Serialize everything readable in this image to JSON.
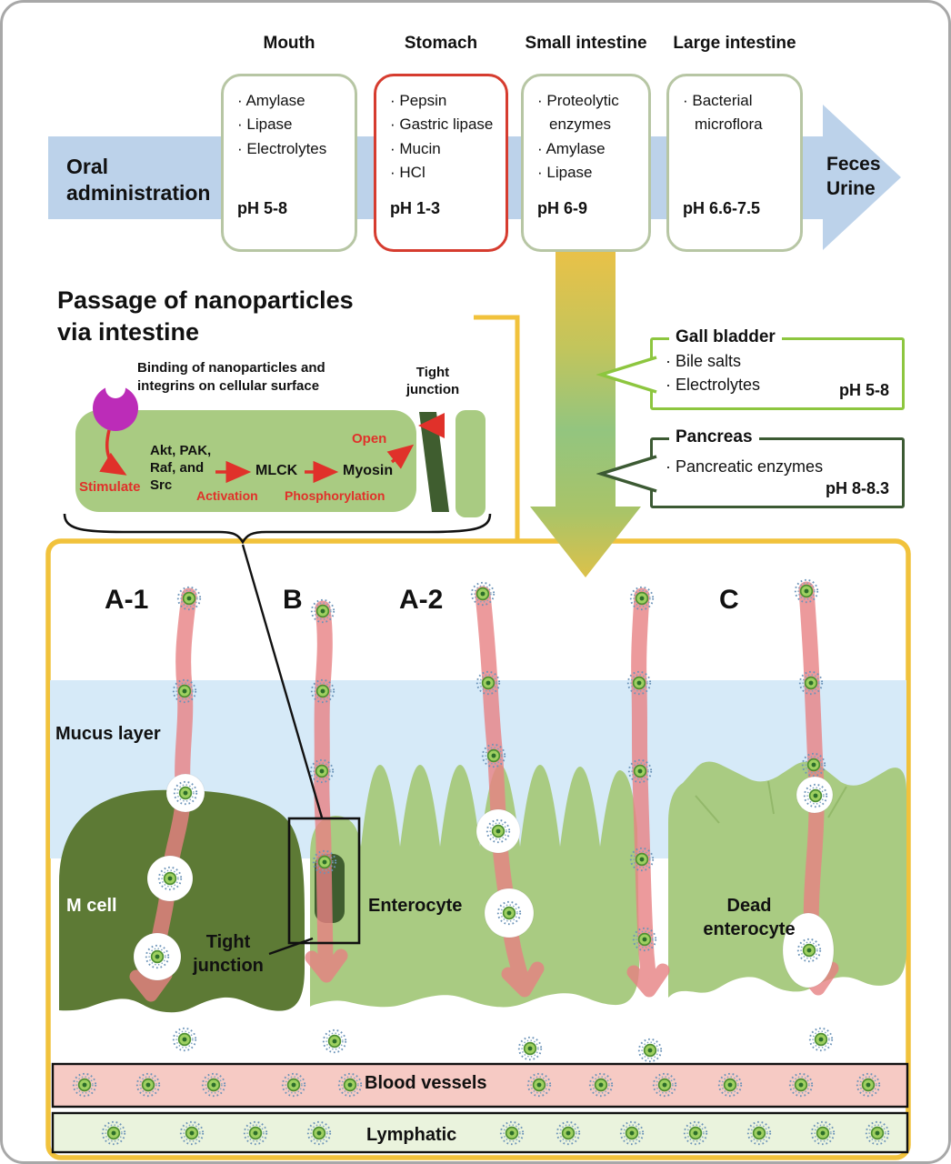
{
  "figure": {
    "top_flow": {
      "oral_administration": "Oral administration",
      "feces_urine_lines": [
        "Feces",
        "Urine"
      ],
      "stages": [
        {
          "name": "Mouth",
          "items": [
            "· Amylase",
            "· Lipase",
            "· Electrolytes"
          ],
          "ph": "pH 5-8"
        },
        {
          "name": "Stomach",
          "items": [
            "· Pepsin",
            "· Gastric lipase",
            "· Mucin",
            "· HCl"
          ],
          "ph": "pH 1-3"
        },
        {
          "name": "Small intestine",
          "items": [
            "· Proteolytic enzymes",
            "· Amylase",
            "· Lipase"
          ],
          "ph": "pH 6-9"
        },
        {
          "name": "Large intestine",
          "items": [
            "· Bacterial microflora"
          ],
          "ph": "pH 6.6-7.5"
        }
      ]
    },
    "secretions": {
      "gall_bladder": {
        "title": "Gall bladder",
        "items": [
          "· Bile salts",
          "· Electrolytes"
        ],
        "ph": "pH 5-8"
      },
      "pancreas": {
        "title": "Pancreas",
        "items": [
          "· Pancreatic enzymes"
        ],
        "ph": "pH 8-8.3"
      }
    },
    "passage_inset": {
      "title_lines": [
        "Passage of nanoparticles",
        "via intestine"
      ],
      "caption_lines": [
        "Binding of nanoparticles and",
        "integrins on cellular surface"
      ],
      "stimulate": "Stimulate",
      "kinases_lines": [
        "Akt, PAK,",
        "Raf, and",
        "Src"
      ],
      "activation": "Activation",
      "mlck": "MLCK",
      "phosphorylation": "Phosphorylation",
      "myosin": "Myosin",
      "open": "Open",
      "tight_junction_lines": [
        "Tight",
        "junction"
      ]
    },
    "intestine_diagram": {
      "route_labels": [
        "A-1",
        "B",
        "A-2",
        "C"
      ],
      "mucus_layer": "Mucus layer",
      "m_cell": "M cell",
      "enterocyte": "Enterocyte",
      "dead_enterocyte_lines": [
        "Dead",
        "enterocyte"
      ],
      "tight_junction_lines": [
        "Tight",
        "junction"
      ],
      "blood_vessels": "Blood vessels",
      "lymphatic": "Lymphatic"
    },
    "icons": {
      "nanoparticle": "nanoparticle-icon: green core surrounded by dotted blue corona"
    },
    "colors": {
      "flow_arrow_blue": "#bcd2ea",
      "digestion_arrow_yellow": "#e9c148",
      "digestion_arrow_green": "#93c57f",
      "stage_border_green": "#b7c6a4",
      "stomach_border_red": "#d63c2f",
      "gall_bladder_green": "#8dc63f",
      "pancreas_dark_green": "#3c5a33",
      "panel_border_yellow": "#f1c23c",
      "mucus_blue": "#d6eaf8",
      "m_cell_green": "#5d7a35",
      "enterocyte_green": "#a9cb82",
      "nanoparticle_route_pink": "#e78183",
      "blood_band_pink": "#f6cac4",
      "lymph_band_green": "#eaf3dd",
      "integrin_magenta": "#bc2cb8",
      "signal_red": "#e0312a"
    }
  }
}
